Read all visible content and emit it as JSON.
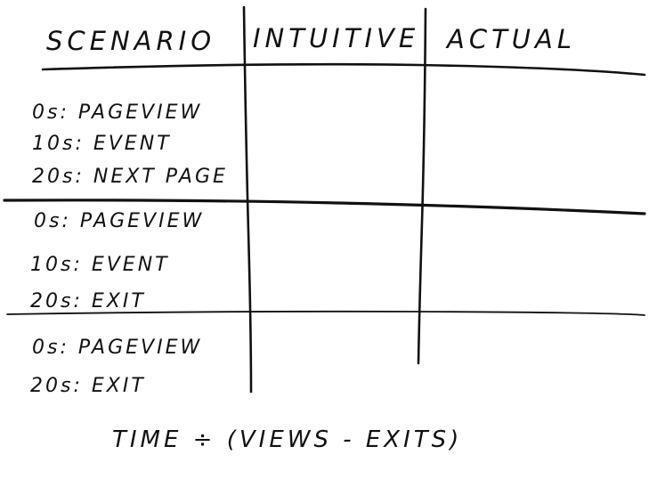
{
  "table": {
    "headers": {
      "scenario": "SCENARIO",
      "intuitive": "INTUITIVE",
      "actual": "ACTUAL"
    },
    "rows": [
      {
        "lines": [
          "0s: PAGEVIEW",
          "10s: EVENT",
          "20s: NEXT  PAGE"
        ]
      },
      {
        "lines": [
          "0s: PAGEVIEW",
          "10s: EVENT",
          "20s: EXIT"
        ]
      },
      {
        "lines": [
          "0s: PAGEVIEW",
          "20s: EXIT"
        ]
      }
    ]
  },
  "formula": "TIME ÷ (VIEWS - EXITS)"
}
